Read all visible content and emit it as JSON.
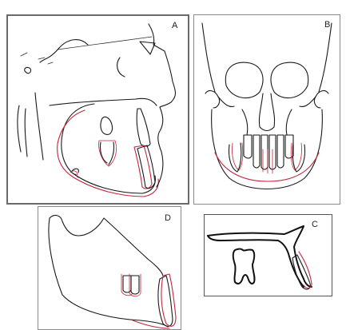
{
  "panels": {
    "a": {
      "label": "A"
    },
    "b": {
      "label": "B"
    },
    "c": {
      "label": "C"
    },
    "d": {
      "label": "D"
    }
  },
  "colors": {
    "outline": "#1a1a1a",
    "superimposition": "#c4253c",
    "frame": "#6a6a6a"
  }
}
